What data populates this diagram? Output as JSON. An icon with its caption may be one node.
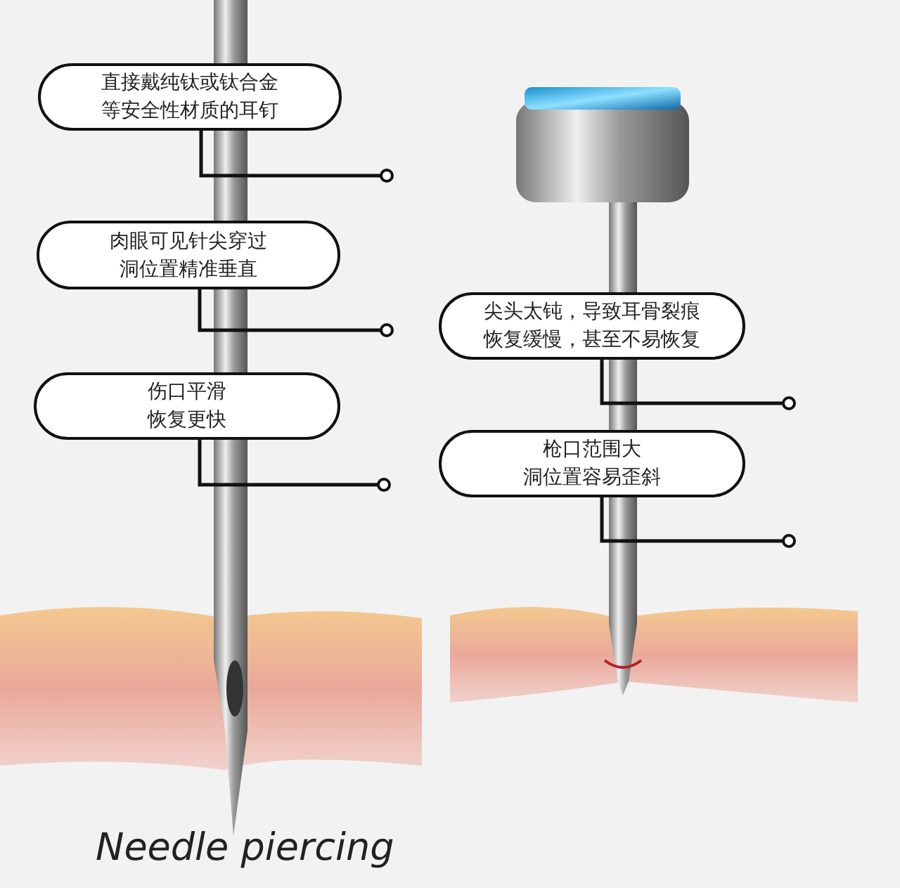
{
  "diagram": {
    "nodes": [
      {
        "text": [
          "直接戴纯钛或钛合金等安全性材质的耳钉"
        ]
      },
      {
        "text": [
          "肉眼可见针尖穿过洞位置精准垂直"
        ]
      },
      {
        "text": [
          "伤口平滑恢复更快"
        ]
      },
      {
        "text": [
          "尖头太钝，导致耳骨裂痕恢复缓慢，甚至不易恢复"
        ]
      },
      {
        "text": [
          "枪口范围大洞位置容易歪斜"
        ]
      }
    ],
    "edges": [
      {
        "from": 0,
        "to": null,
        "arrow": "other"
      },
      {
        "from": 1,
        "to": null,
        "arrow": "other"
      },
      {
        "from": 2,
        "to": null,
        "arrow": "other"
      },
      {
        "from": 3,
        "to": null,
        "arrow": "other"
      },
      {
        "from": 4,
        "to": null,
        "arrow": "other"
      }
    ],
    "labels": [
      "Needle piercing"
    ]
  }
}
